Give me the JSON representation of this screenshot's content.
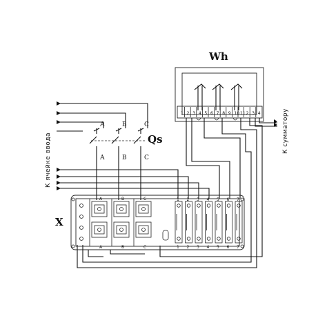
{
  "labels": {
    "meter": "Wh",
    "breaker": "Qs",
    "terminal_block": "X",
    "left_side": "К ячейке ввода",
    "right_side": "К сумматору"
  },
  "breaker_phases_top": [
    "A",
    "B",
    "C"
  ],
  "breaker_phases_bottom": [
    "A",
    "B",
    "C"
  ],
  "meter_terminals": [
    "1",
    "2",
    "3",
    "4",
    "5",
    "6",
    "7",
    "8",
    "9",
    "10",
    "11",
    "2",
    "3",
    "4"
  ],
  "block_top_phase_marks": [
    "A",
    "B",
    "C"
  ],
  "block_bottom_phase_marks": [
    "A",
    "B",
    "C"
  ],
  "block_numbers_top": [
    "1",
    "2",
    "3",
    "4",
    "5",
    "6",
    "7"
  ],
  "block_numbers_bottom": [
    "1",
    "2",
    "3",
    "4",
    "5",
    "6",
    "7"
  ]
}
